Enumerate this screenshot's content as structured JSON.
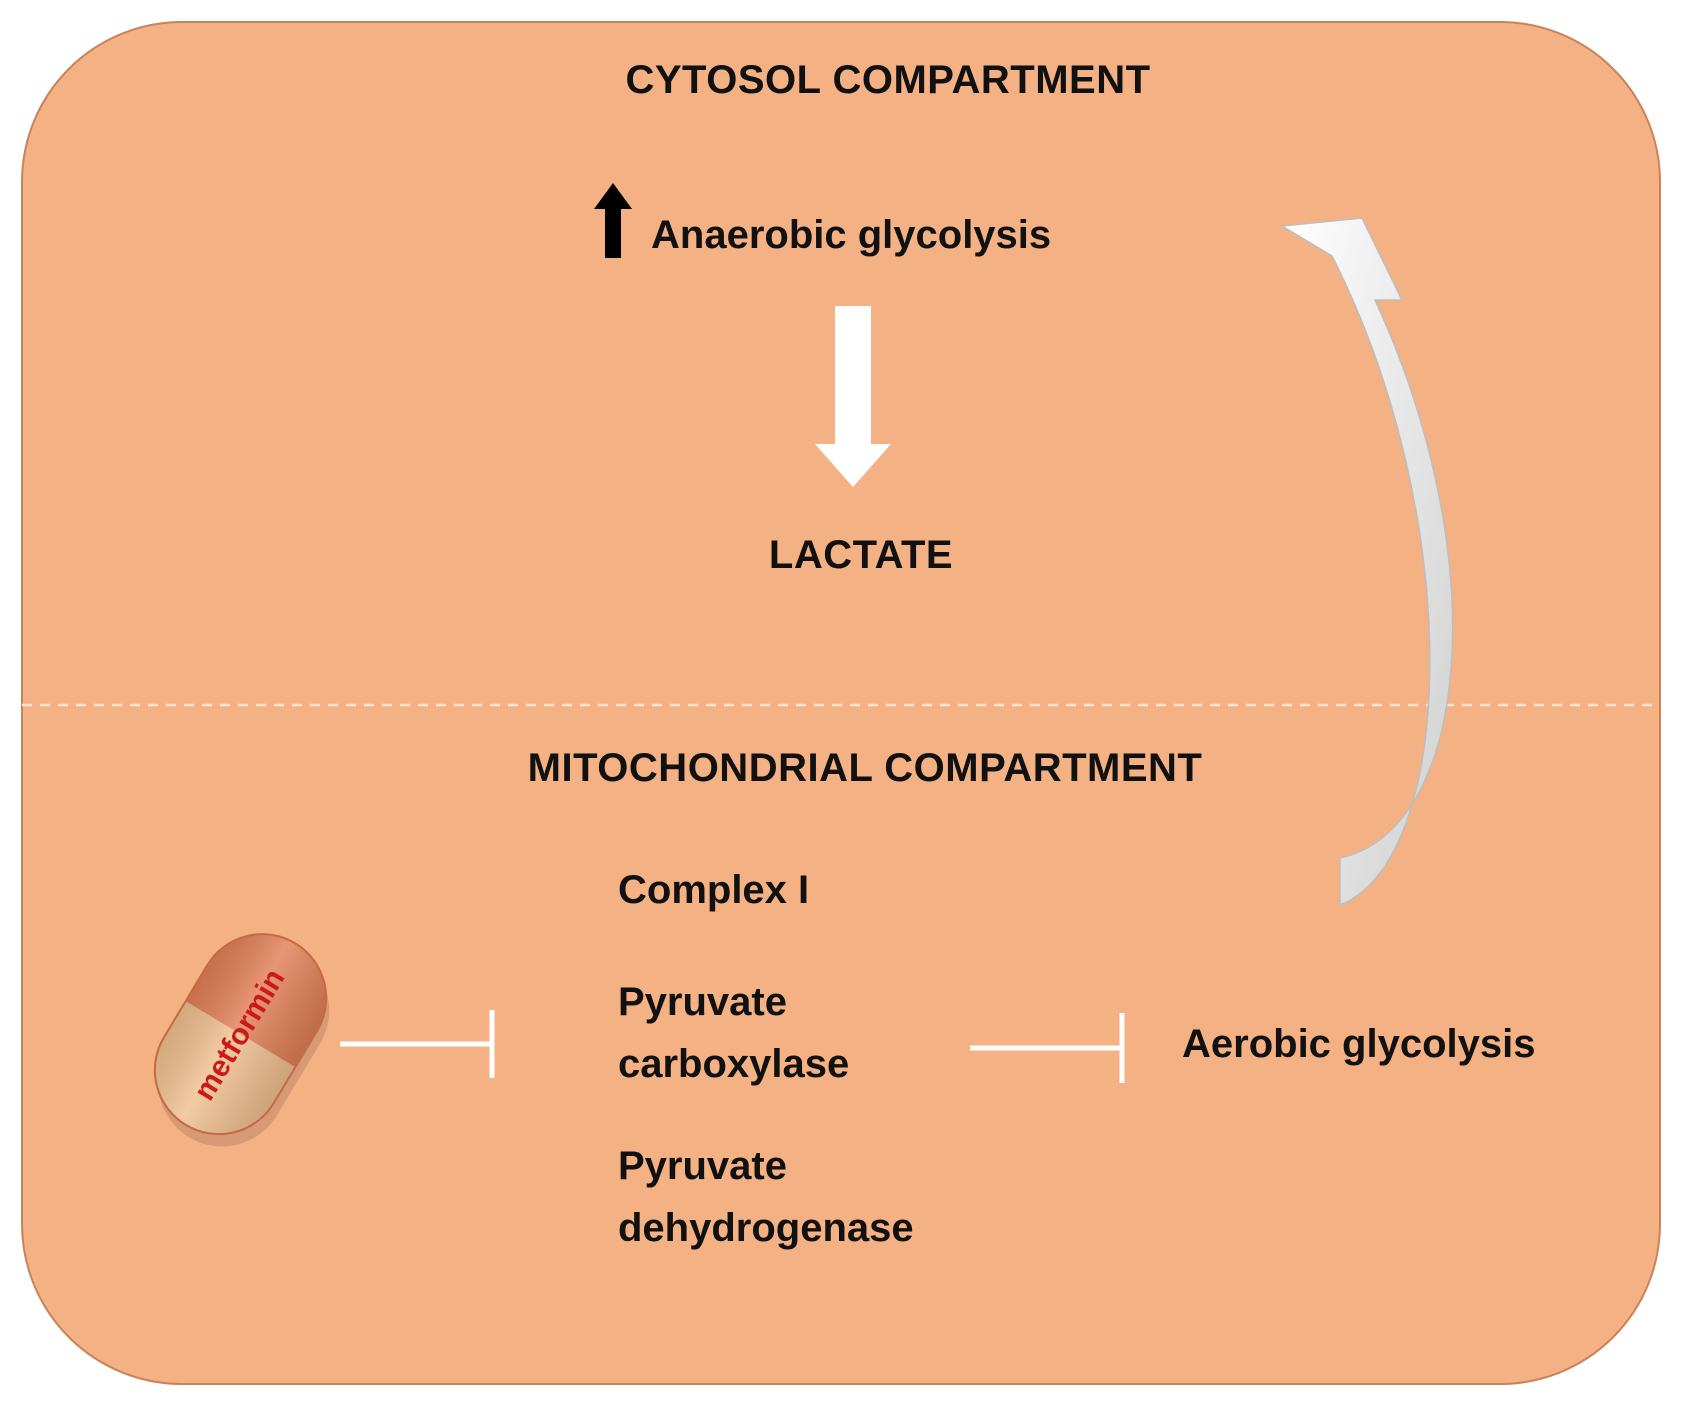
{
  "diagram": {
    "cytosol_title": "CYTOSOL COMPARTMENT",
    "anaerobic_label": "Anaerobic glycolysis",
    "lactate_label": "LACTATE",
    "mito_title": "MITOCHONDRIAL COMPARTMENT",
    "complex_label": "Complex I",
    "pc_line1": "Pyruvate",
    "pc_line2": "carboxylase",
    "pdh_line1": "Pyruvate",
    "pdh_line2": "dehydrogenase",
    "aerobic_label": "Aerobic glycolysis",
    "pill_text": "metformin",
    "colors": {
      "compartment_fill": "#f4b184",
      "compartment_border": "#c9835a",
      "arrow_white": "#ffffff",
      "curved_arrow_gray": "#d9d9d9",
      "pill_top": "#e27f57",
      "pill_bottom": "#f1c08f",
      "pill_text": "#cc1a1a",
      "up_arrow": "#000000"
    }
  }
}
